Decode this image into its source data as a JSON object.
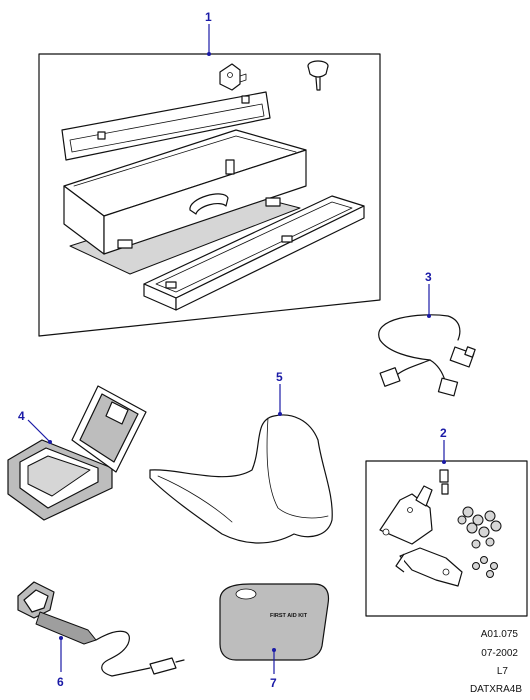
{
  "callouts": {
    "c1": "1",
    "c2": "2",
    "c3": "3",
    "c4": "4",
    "c5": "5",
    "c6": "6",
    "c7": "7"
  },
  "kit_label": "FIRST AID KIT",
  "reference": {
    "code": "A01.075",
    "date": "07-2002",
    "model": "L7",
    "drawing": "DATXRA4B"
  },
  "colors": {
    "callout": "#1a1aa6",
    "line": "#111111",
    "shade": "#bdbdbd"
  }
}
